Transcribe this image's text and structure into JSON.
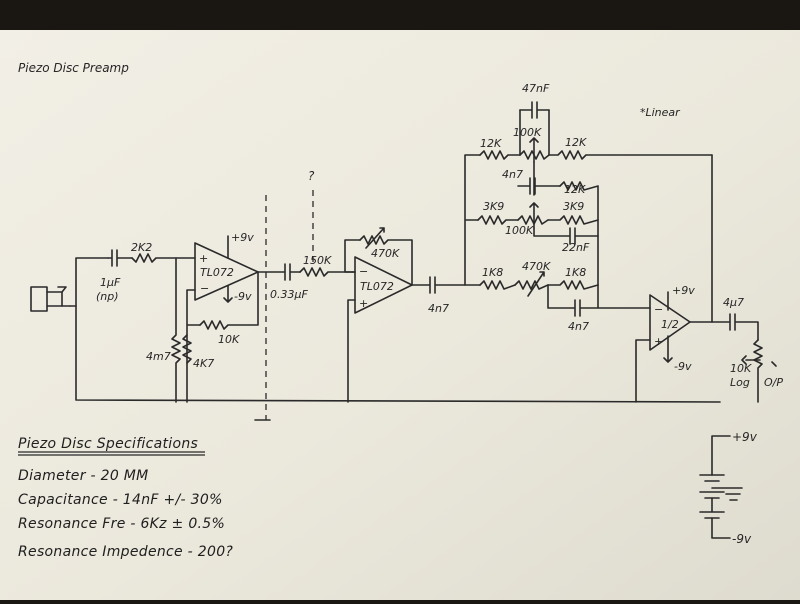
{
  "sheet": {
    "title": "Piezo Disc Preamp",
    "note": "*Linear",
    "question_mark": "?"
  },
  "components": {
    "c_input": "1µF",
    "c_input_np": "(np)",
    "r_input": "2K2",
    "op1": "TL072",
    "op1_pos": "+9v",
    "op1_neg": "-9v",
    "r_feedback1": "10K",
    "r_bias1": "4m7",
    "r_bias2": "4K7",
    "c_couple": "0.33µF",
    "r_series": "150K",
    "op2": "TL072",
    "r_gain": "470K",
    "c_out2": "4n7",
    "c_bass_top": "47nF",
    "r_bass_left": "12K",
    "pot_bass": "100K",
    "r_bass_right": "12K",
    "c_mid": "4n7",
    "r_mid_right": "12K",
    "r_mid_left": "3K9",
    "r_mid_right2": "3K9",
    "pot_mid": "100K",
    "c_mid2": "22nF",
    "r_treble_left": "1K8",
    "pot_treble": "470K",
    "r_treble_right": "1K8",
    "c_treble": "4n7",
    "op3_pos": "+9v",
    "op3_neg": "-9v",
    "op3": "1/2",
    "c_output": "4µ7",
    "pot_volume": "10K",
    "pot_volume_taper": "Log",
    "output_label": "O/P"
  },
  "specs": {
    "heading": "Piezo Disc Specifications",
    "diameter": "Diameter  - 20 MM",
    "capacitance": "Capacitance - 14nF +/- 30%",
    "resonance_freq": "Resonance Fre - 6Kz ± 0.5%",
    "resonance_impedance": "Resonance Impedence - 200?"
  },
  "supply": {
    "pos": "+9v",
    "neg": "-9v"
  }
}
